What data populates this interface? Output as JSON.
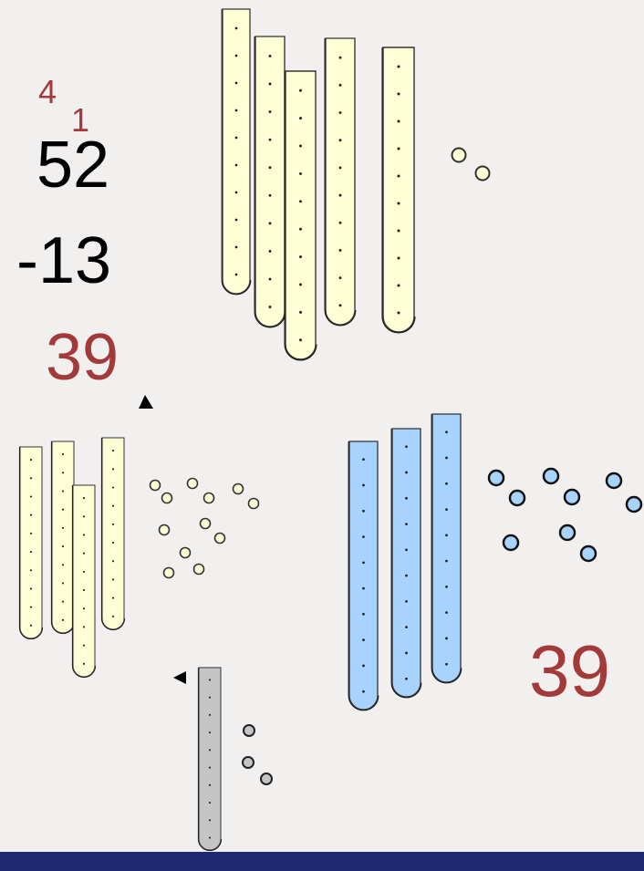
{
  "colors": {
    "background": "#F2EFEF",
    "footer": "#1D2A72",
    "text_main": "#000000",
    "text_accent": "#A33A3A",
    "rod_yellow": "#FFFFD6",
    "rod_blue": "#A8D3FF",
    "rod_gray": "#C5C5C5",
    "bead_blue": "#A8D3FF",
    "bead_gray": "#C5C5C5",
    "bead_yellow": "#FFFFD6"
  },
  "subtraction": {
    "borrow_tens": "4",
    "borrow_ones": "1",
    "minuend": "52",
    "subtrahend": "-13",
    "difference": "39"
  },
  "blue_group": {
    "total": "39"
  }
}
